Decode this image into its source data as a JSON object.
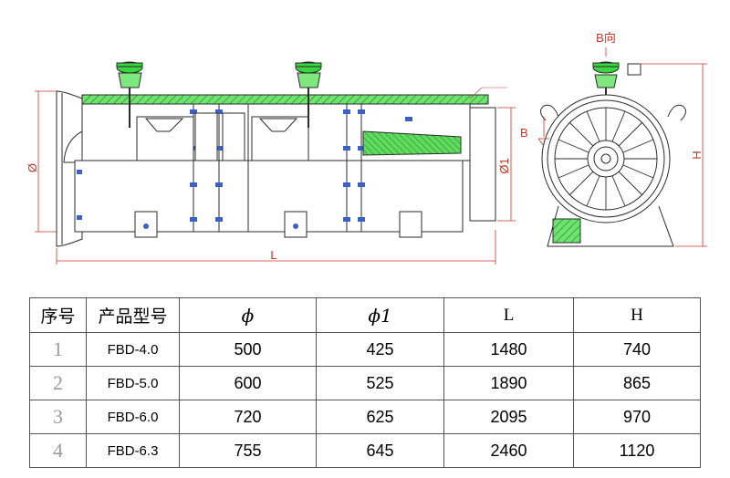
{
  "drawing": {
    "labels": {
      "view": "B向",
      "b": "B",
      "phi": "Ø",
      "phi1": "Ø1",
      "length": "L",
      "height": "H"
    },
    "colors": {
      "line": "#2b2b2b",
      "dim": "#c0392b",
      "accent": "#39d63f"
    }
  },
  "table": {
    "headers": [
      "序号",
      "产品型号",
      "ϕ",
      "ϕ1",
      "L",
      "H"
    ],
    "rows": [
      {
        "idx": "1",
        "model": "FBD-4.0",
        "phi": "500",
        "phi1": "425",
        "L": "1480",
        "H": "740"
      },
      {
        "idx": "2",
        "model": "FBD-5.0",
        "phi": "600",
        "phi1": "525",
        "L": "1890",
        "H": "865"
      },
      {
        "idx": "3",
        "model": "FBD-6.0",
        "phi": "720",
        "phi1": "625",
        "L": "2095",
        "H": "970"
      },
      {
        "idx": "4",
        "model": "FBD-6.3",
        "phi": "755",
        "phi1": "645",
        "L": "2460",
        "H": "1120"
      }
    ]
  }
}
